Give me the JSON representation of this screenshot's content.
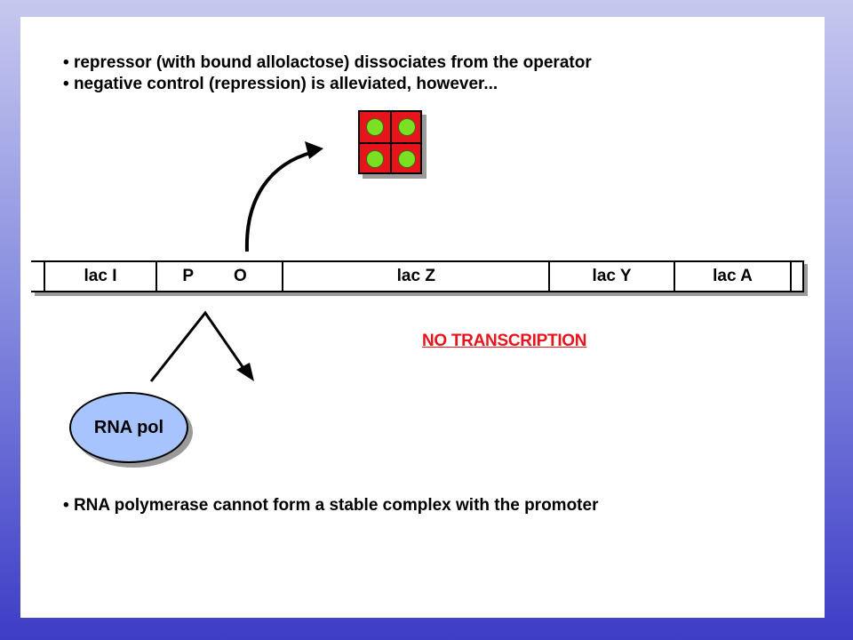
{
  "slide": {
    "bullets": [
      "repressor (with bound allolactose) dissociates from the operator",
      "negative control (repression) is alleviated, however..."
    ],
    "footer_bullet": "RNA polymerase cannot form a stable complex with the promoter"
  },
  "diagram": {
    "genes": {
      "lacI": "lac I",
      "P": "P",
      "O": "O",
      "lacZ": "lac Z",
      "lacY": "lac Y",
      "lacA": "lac A"
    },
    "rna_pol_label": "RNA pol",
    "status_label": "NO TRANSCRIPTION",
    "colors": {
      "repressor": "#e8141c",
      "allolactose": "#7be021",
      "rna_pol": "#a8c4ff",
      "status": "#e8141c"
    }
  }
}
